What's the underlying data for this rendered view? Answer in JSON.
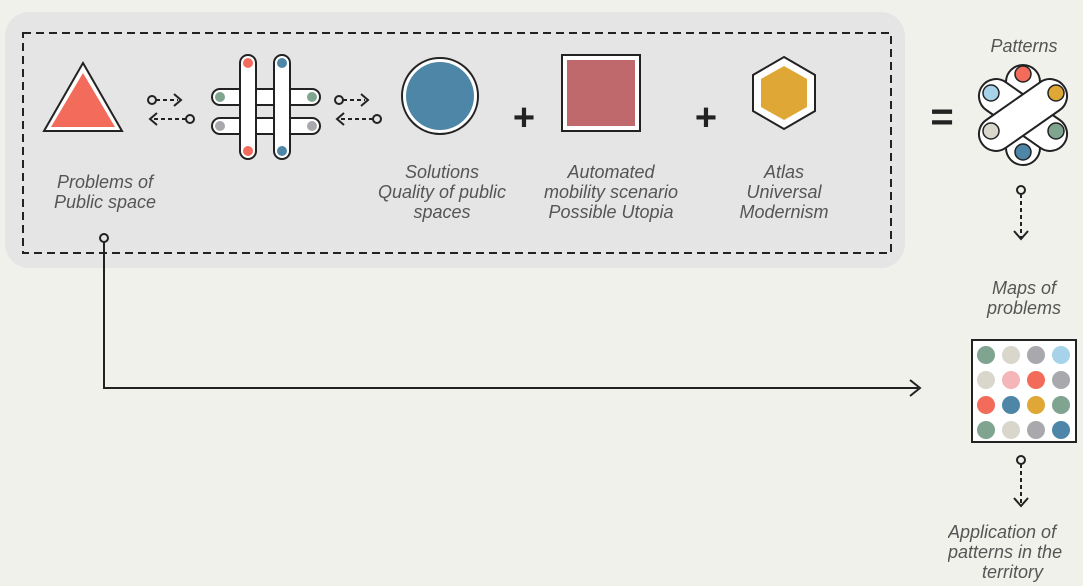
{
  "colors": {
    "background": "#f1f1ec",
    "panel": "#e5e5e5",
    "problem_red": "#f26b5b",
    "solution_blue": "#4e86a8",
    "scenario_rose": "#c0696d",
    "atlas_gold": "#dfa735",
    "green": "#7fa48f",
    "light_blue": "#a7d3ea",
    "gray": "#a9a9ad",
    "beige": "#d9d6cc",
    "pink": "#f4b6b8"
  },
  "operators": {
    "plus": "+",
    "equals": "="
  },
  "nodes": {
    "problems": {
      "icon": "triangle-icon",
      "lines": [
        "Problems of",
        "Public space"
      ]
    },
    "hashtag": {
      "icon": "pattern-grid-icon"
    },
    "solutions": {
      "icon": "circle-icon",
      "lines": [
        "Solutions",
        "Quality of public",
        "spaces"
      ]
    },
    "scenario": {
      "icon": "square-icon",
      "lines": [
        "Automated",
        "mobility scenario",
        "Possible Utopia"
      ]
    },
    "atlas": {
      "icon": "hexagon-icon",
      "lines": [
        "Atlas",
        "Universal",
        "Modernism"
      ]
    },
    "patterns": {
      "icon": "patterns-star-icon",
      "lines": [
        "Patterns"
      ]
    },
    "maps": {
      "icon": "dot-matrix-icon",
      "lines": [
        "Maps of",
        "problems"
      ]
    },
    "application": {
      "icon": "arrow-icon",
      "lines": [
        "Application of",
        "patterns in the",
        "territory"
      ]
    }
  },
  "matrix_colors": [
    [
      "#7fa48f",
      "#d9d6cc",
      "#a9a9ad",
      "#a7d3ea"
    ],
    [
      "#d9d6cc",
      "#f4b6b8",
      "#f26b5b",
      "#a9a9ad"
    ],
    [
      "#f26b5b",
      "#4e86a8",
      "#dfa735",
      "#7fa48f"
    ],
    [
      "#7fa48f",
      "#d9d6cc",
      "#a9a9ad",
      "#4e86a8"
    ]
  ]
}
